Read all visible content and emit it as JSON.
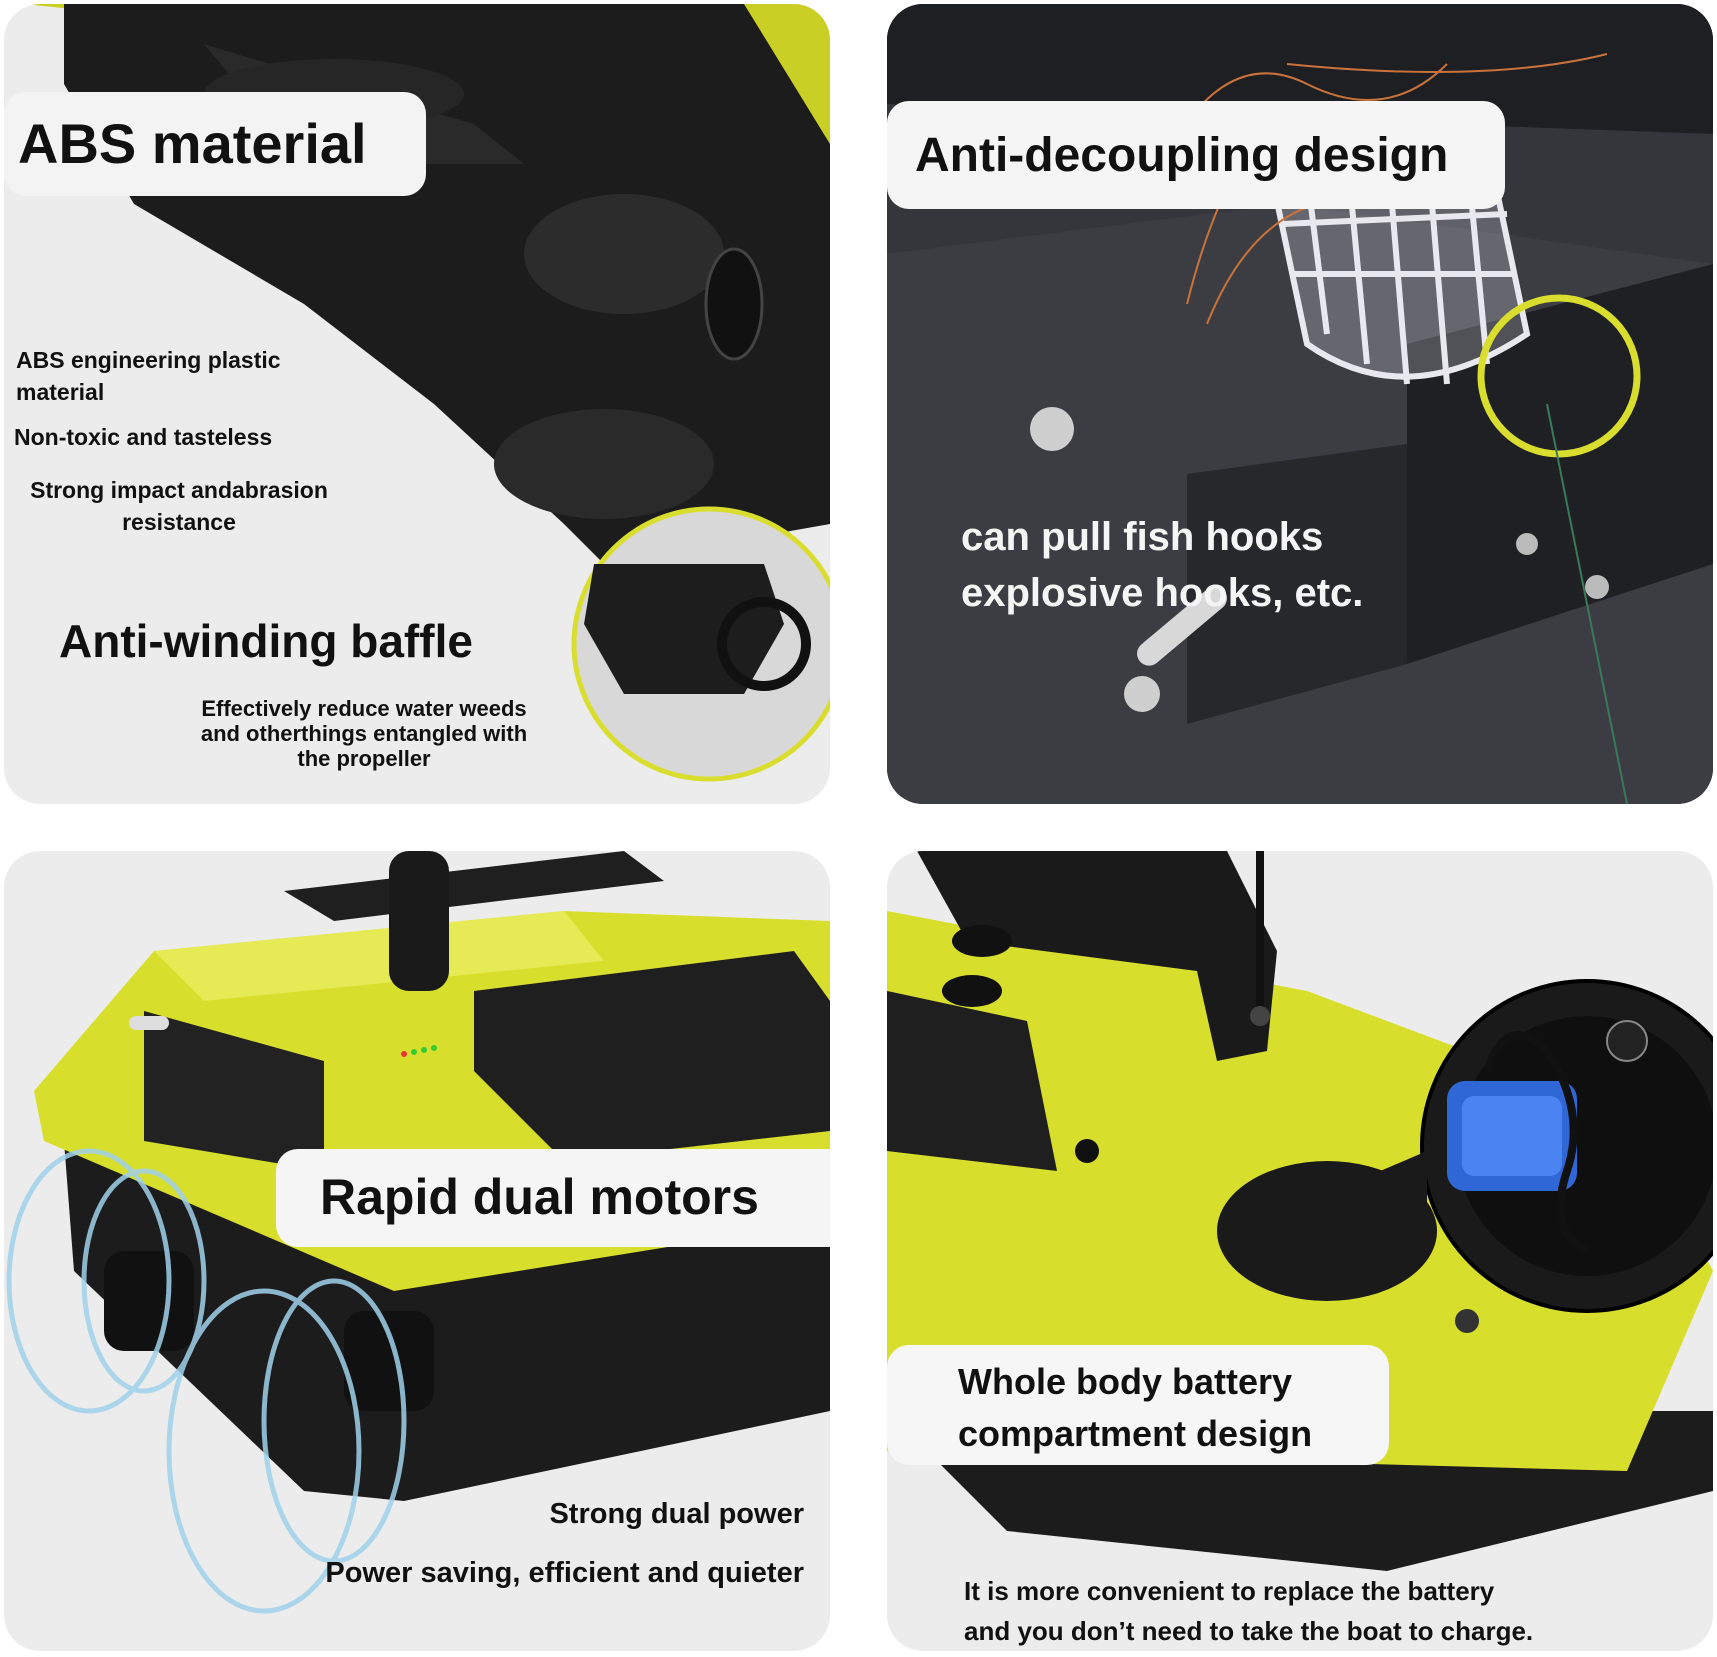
{
  "colors": {
    "accent_yellow": "#d9de2e",
    "hull_black": "#1b1b1b",
    "panel_gray": "#ececec",
    "text_dark": "#111111",
    "water_ring_blue": "#9fd1ea"
  },
  "panel_top_left": {
    "title": "ABS material",
    "features": {
      "line1a": "ABS engineering plastic",
      "line1b": "material",
      "line2": "Non-toxic and tasteless",
      "line3a": "Strong impact andabrasion",
      "line3b": "resistance"
    },
    "subtitle": "Anti-winding baffle",
    "description": {
      "line1": "Effectively reduce water weeds",
      "line2": "and otherthings entangled with",
      "line3": "the propeller"
    }
  },
  "panel_top_right": {
    "title": "Anti-decoupling design",
    "caption": {
      "line1": "can pull fish hooks",
      "line2": "explosive hooks, etc."
    }
  },
  "panel_bottom_left": {
    "title": "Rapid dual motors",
    "features": {
      "line1": "Strong dual power",
      "line2": "Power saving, efficient and quieter"
    }
  },
  "panel_bottom_right": {
    "title": {
      "line1": "Whole body battery",
      "line2": "compartment design"
    },
    "description": {
      "line1": "It is more convenient to replace the battery",
      "line2": "and you don’t need to take the boat to charge."
    }
  }
}
